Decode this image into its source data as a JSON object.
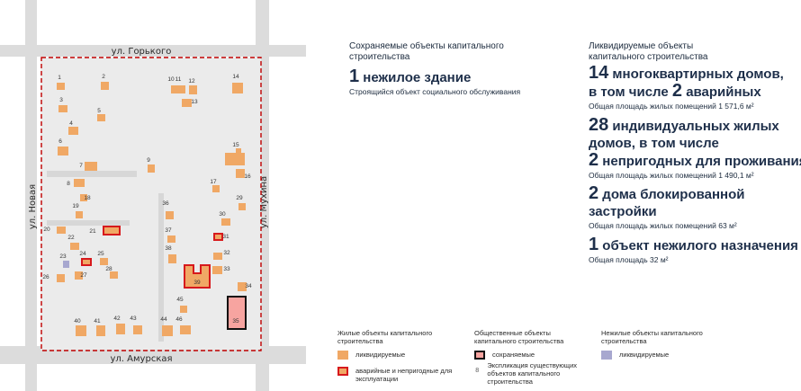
{
  "map": {
    "streets": {
      "north": "ул. Горького",
      "south": "ул. Амурская",
      "west": "ул. Новая",
      "east": "ул. Мухина"
    },
    "colors": {
      "road": "#dcdcdc",
      "block": "#ebebeb",
      "building": "#f0a865",
      "emergency_outline": "#d7191c",
      "preserved_fill": "#f7a4a0",
      "nonres": "#a7a7cf",
      "boundary": "#c00000"
    },
    "buildings": [
      {
        "label": "1",
        "kind": "demolish"
      },
      {
        "label": "2",
        "kind": "demolish"
      },
      {
        "label": "3",
        "kind": "demolish"
      },
      {
        "label": "4",
        "kind": "demolish"
      },
      {
        "label": "5",
        "kind": "demolish"
      },
      {
        "label": "6",
        "kind": "demolish"
      },
      {
        "label": "7",
        "kind": "demolish"
      },
      {
        "label": "8",
        "kind": "demolish"
      },
      {
        "label": "9",
        "kind": "demolish"
      },
      {
        "label": "10",
        "kind": "demolish"
      },
      {
        "label": "11",
        "kind": "demolish"
      },
      {
        "label": "12",
        "kind": "demolish"
      },
      {
        "label": "13",
        "kind": "demolish"
      },
      {
        "label": "14",
        "kind": "demolish"
      },
      {
        "label": "15",
        "kind": "demolish"
      },
      {
        "label": "16",
        "kind": "demolish"
      },
      {
        "label": "17",
        "kind": "demolish"
      },
      {
        "label": "18",
        "kind": "demolish"
      },
      {
        "label": "19",
        "kind": "demolish"
      },
      {
        "label": "20",
        "kind": "demolish"
      },
      {
        "label": "21",
        "kind": "emergency"
      },
      {
        "label": "22",
        "kind": "demolish"
      },
      {
        "label": "23",
        "kind": "nonres"
      },
      {
        "label": "24",
        "kind": "emergency"
      },
      {
        "label": "25",
        "kind": "demolish"
      },
      {
        "label": "26",
        "kind": "demolish"
      },
      {
        "label": "27",
        "kind": "demolish"
      },
      {
        "label": "28",
        "kind": "demolish"
      },
      {
        "label": "29",
        "kind": "demolish"
      },
      {
        "label": "30",
        "kind": "demolish"
      },
      {
        "label": "31",
        "kind": "emergency"
      },
      {
        "label": "32",
        "kind": "demolish"
      },
      {
        "label": "33",
        "kind": "demolish"
      },
      {
        "label": "34",
        "kind": "demolish"
      },
      {
        "label": "35",
        "kind": "preserved"
      },
      {
        "label": "36",
        "kind": "demolish"
      },
      {
        "label": "37",
        "kind": "demolish"
      },
      {
        "label": "38",
        "kind": "demolish"
      },
      {
        "label": "39",
        "kind": "emergency"
      },
      {
        "label": "40",
        "kind": "demolish"
      },
      {
        "label": "41",
        "kind": "demolish"
      },
      {
        "label": "42",
        "kind": "demolish"
      },
      {
        "label": "43",
        "kind": "demolish"
      },
      {
        "label": "44",
        "kind": "demolish"
      },
      {
        "label": "45",
        "kind": "demolish"
      },
      {
        "label": "46",
        "kind": "demolish"
      }
    ]
  },
  "preserved": {
    "heading": "Сохраняемые объекты капитального строительства",
    "count": "1",
    "count_text": "нежилое здание",
    "description": "Строящийся объект социального обслуживания"
  },
  "liquidated": {
    "heading": "Ликвидируемые объекты капитального строительства",
    "mkd": {
      "count": "14",
      "text1": "многоквартирных домов,",
      "text2": "в том числе",
      "emergency_count": "2",
      "text3": "аварийных",
      "area": "Общая площадь жилых помещений 1 571,6 м²"
    },
    "individual": {
      "count": "28",
      "text1": "индивидуальных жилых",
      "text2": "домов, в том числе",
      "unfit_count": "2",
      "text3": "непригодных для проживания",
      "area": "Общая площадь жилых помещений 1 490,1 м²"
    },
    "blocked": {
      "count": "2",
      "text1": "дома блокированной",
      "text2": "застройки",
      "area": "Общая площадь жилых помещений 63 м²"
    },
    "nonres": {
      "count": "1",
      "text1": "объект нежилого назначения",
      "area": "Общая площадь 32 м²"
    }
  },
  "legend": {
    "residential_title": "Жилые объекты капитального строительства",
    "demolish": "ликвидируемые",
    "emergency": "аварийные и непригодные для эксплуатации",
    "public_title": "Общественные объекты капитального строительства",
    "preserved": "сохраняемые",
    "explication": "Экспликация существующих объектов капитального строительства",
    "explication_symbol": "8",
    "nonres_title": "Нежилые объекты капитального строительства",
    "nonres": "ликвидируемые"
  }
}
